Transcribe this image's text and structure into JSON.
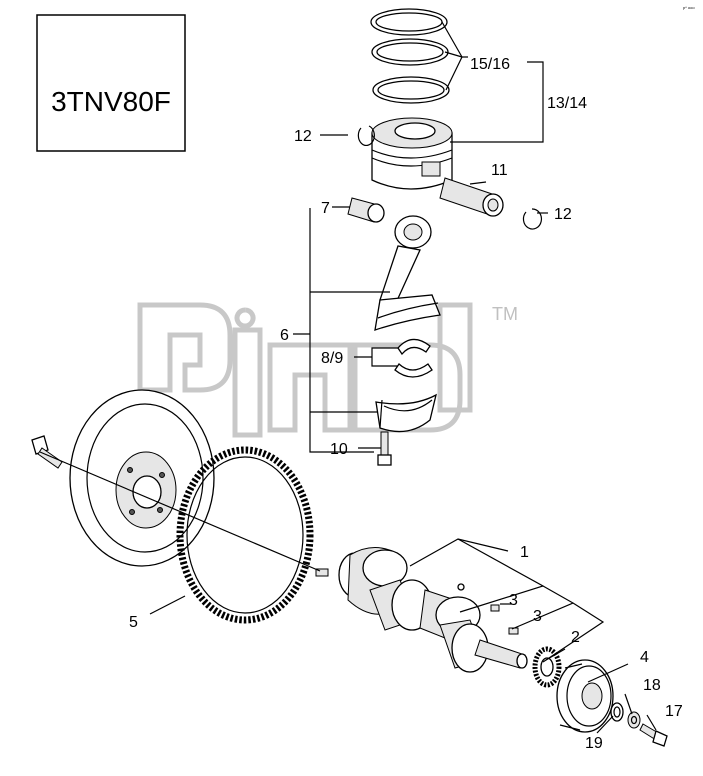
{
  "model_label": "3TNV80F",
  "watermark_tm": "TM",
  "corner_mark": "p* ooo",
  "callouts": {
    "c15_16": "15/16",
    "c13_14": "13/14",
    "c12_top": "12",
    "c11": "11",
    "c12_right": "12",
    "c7": "7",
    "c6": "6",
    "c8_9": "8/9",
    "c10": "10",
    "c1": "1",
    "c3_a": "3",
    "c3_b": "3",
    "c2": "2",
    "c4": "4",
    "c5": "5",
    "c18": "18",
    "c17": "17",
    "c19": "19"
  },
  "colors": {
    "line": "#000000",
    "watermark": "#c8c8c8",
    "part_shade": "#e6e6e6"
  }
}
